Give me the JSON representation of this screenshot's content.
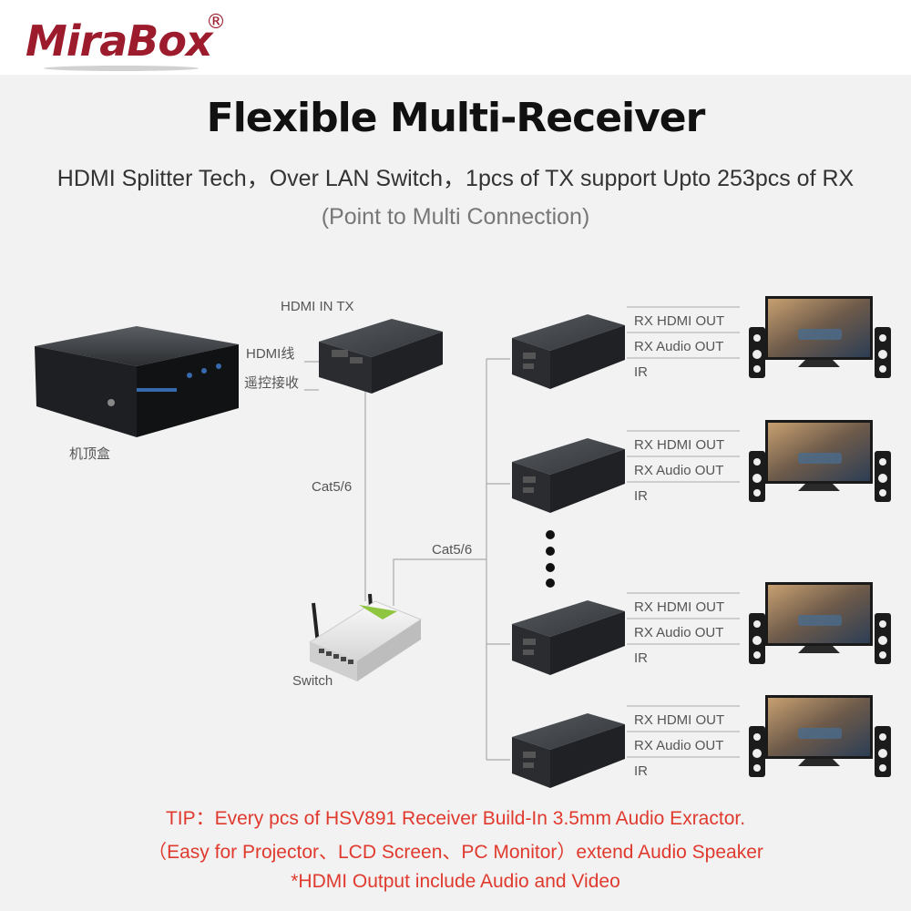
{
  "brand": {
    "logo_text": "MiraBox",
    "registered_mark": "®"
  },
  "header": {
    "title": "Flexible Multi-Receiver",
    "subtitle": "HDMI Splitter Tech，Over LAN Switch，1pcs of TX support Upto 253pcs of RX",
    "subtitle2": "(Point to Multi Connection)"
  },
  "diagram": {
    "set_top_box_label": "机顶盒",
    "tx_label": "HDMI IN TX",
    "hdmi_cable_label": "HDMI线",
    "ir_receive_label": "遥控接收",
    "cable_label_left": "Cat5/6",
    "cable_label_right": "Cat5/6",
    "switch_label": "Switch",
    "receiver_ports": [
      "RX HDMI OUT",
      "RX Audio OUT",
      "IR"
    ]
  },
  "tips": {
    "line1": "TIP：Every pcs of HSV891 Receiver Build-In 3.5mm Audio Exractor.",
    "line2": "（Easy for Projector、LCD Screen、PC Monitor）extend Audio Speaker",
    "line3": "*HDMI Output include Audio and Video"
  },
  "colors": {
    "brand": "#9c1b2c",
    "tip": "#e03a2e",
    "device": "#3a3d40",
    "line": "#aaaaaa"
  }
}
